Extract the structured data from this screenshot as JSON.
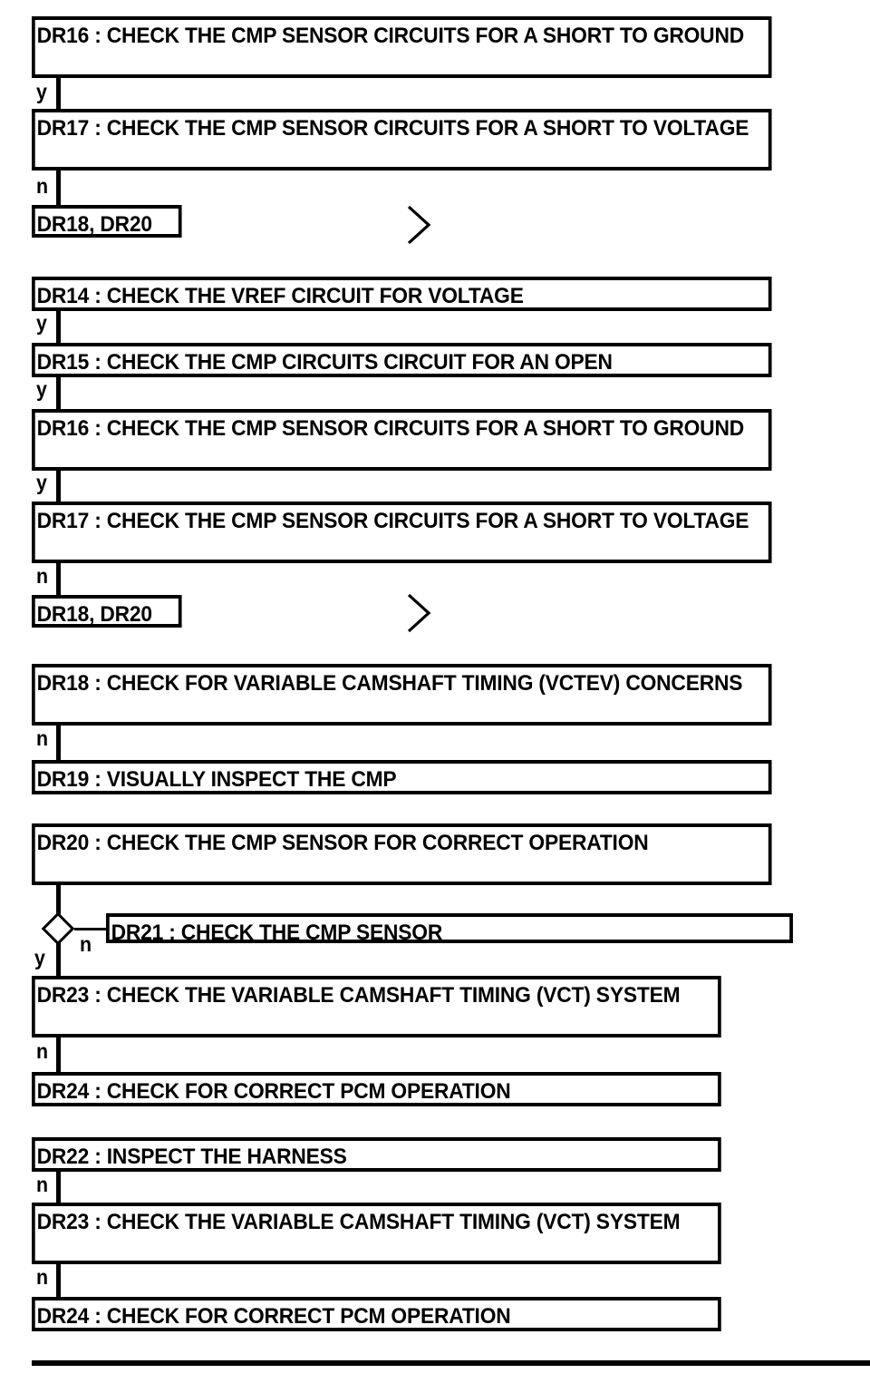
{
  "diagram": {
    "type": "flowchart",
    "title": "CMP Sensor Diagnostic Pinpoint Test Flow",
    "sections": [
      {
        "id": "section-1",
        "nodes": [
          {
            "id": "n1",
            "ref": "DR16",
            "label": "DR16 : CHECK THE CMP SENSOR CIRCUITS FOR A SHORT TO GROUND",
            "shape": "process"
          },
          {
            "id": "n2",
            "ref": "DR17",
            "label": "DR17 : CHECK THE CMP SENSOR CIRCUITS FOR A SHORT TO VOLTAGE",
            "shape": "process"
          },
          {
            "id": "n3",
            "ref": "DR18, DR20",
            "label": "DR18, DR20",
            "shape": "reference"
          }
        ],
        "edges": [
          {
            "from": "n1",
            "to": "n2",
            "label": "y"
          },
          {
            "from": "n2",
            "to": "n3",
            "label": "n"
          }
        ],
        "marker": "continuation-chevron"
      },
      {
        "id": "section-2",
        "nodes": [
          {
            "id": "n4",
            "ref": "DR14",
            "label": "DR14 : CHECK THE VREF CIRCUIT FOR VOLTAGE",
            "shape": "process"
          },
          {
            "id": "n5",
            "ref": "DR15",
            "label": "DR15 : CHECK THE CMP CIRCUITS CIRCUIT FOR AN OPEN",
            "shape": "process"
          },
          {
            "id": "n6",
            "ref": "DR16",
            "label": "DR16 : CHECK THE CMP SENSOR CIRCUITS FOR A SHORT TO GROUND",
            "shape": "process"
          },
          {
            "id": "n7",
            "ref": "DR17",
            "label": "DR17 : CHECK THE CMP SENSOR CIRCUITS FOR A SHORT TO VOLTAGE",
            "shape": "process"
          },
          {
            "id": "n8",
            "ref": "DR18, DR20",
            "label": "DR18, DR20",
            "shape": "reference"
          }
        ],
        "edges": [
          {
            "from": "n4",
            "to": "n5",
            "label": "y"
          },
          {
            "from": "n5",
            "to": "n6",
            "label": "y"
          },
          {
            "from": "n6",
            "to": "n7",
            "label": "y"
          },
          {
            "from": "n7",
            "to": "n8",
            "label": "n"
          }
        ],
        "marker": "continuation-chevron"
      },
      {
        "id": "section-3",
        "nodes": [
          {
            "id": "n9",
            "ref": "DR18",
            "label": "DR18 : CHECK FOR VARIABLE CAMSHAFT TIMING (VCTEV) CONCERNS",
            "shape": "process"
          },
          {
            "id": "n10",
            "ref": "DR19",
            "label": "DR19 : VISUALLY INSPECT THE CMP",
            "shape": "process"
          }
        ],
        "edges": [
          {
            "from": "n9",
            "to": "n10",
            "label": "n"
          }
        ]
      },
      {
        "id": "section-4",
        "nodes": [
          {
            "id": "n11",
            "ref": "DR20",
            "label": "DR20 : CHECK THE CMP SENSOR FOR CORRECT OPERATION",
            "shape": "process"
          },
          {
            "id": "d1",
            "ref": "",
            "label": "",
            "shape": "decision"
          },
          {
            "id": "n12",
            "ref": "DR21",
            "label": "DR21 : CHECK THE CMP SENSOR",
            "shape": "process"
          },
          {
            "id": "n13",
            "ref": "DR23",
            "label": "DR23 : CHECK THE VARIABLE CAMSHAFT TIMING (VCT) SYSTEM",
            "shape": "process"
          },
          {
            "id": "n14",
            "ref": "DR24",
            "label": "DR24 : CHECK FOR CORRECT PCM OPERATION",
            "shape": "process"
          }
        ],
        "edges": [
          {
            "from": "n11",
            "to": "d1",
            "label": ""
          },
          {
            "from": "d1",
            "to": "n12",
            "label": "n"
          },
          {
            "from": "d1",
            "to": "n13",
            "label": "y"
          },
          {
            "from": "n13",
            "to": "n14",
            "label": "n"
          }
        ]
      },
      {
        "id": "section-5",
        "nodes": [
          {
            "id": "n15",
            "ref": "DR22",
            "label": "DR22 : INSPECT THE HARNESS",
            "shape": "process"
          },
          {
            "id": "n16",
            "ref": "DR23",
            "label": "DR23 : CHECK THE VARIABLE CAMSHAFT TIMING (VCT) SYSTEM",
            "shape": "process"
          },
          {
            "id": "n17",
            "ref": "DR24",
            "label": "DR24 : CHECK FOR CORRECT PCM OPERATION",
            "shape": "process"
          }
        ],
        "edges": [
          {
            "from": "n15",
            "to": "n16",
            "label": "n"
          },
          {
            "from": "n16",
            "to": "n17",
            "label": "n"
          }
        ]
      }
    ],
    "branch_labels": {
      "yes": "y",
      "no": "n"
    },
    "colors": {
      "stroke": "#000000",
      "fill": "#ffffff",
      "text": "#000000"
    }
  }
}
